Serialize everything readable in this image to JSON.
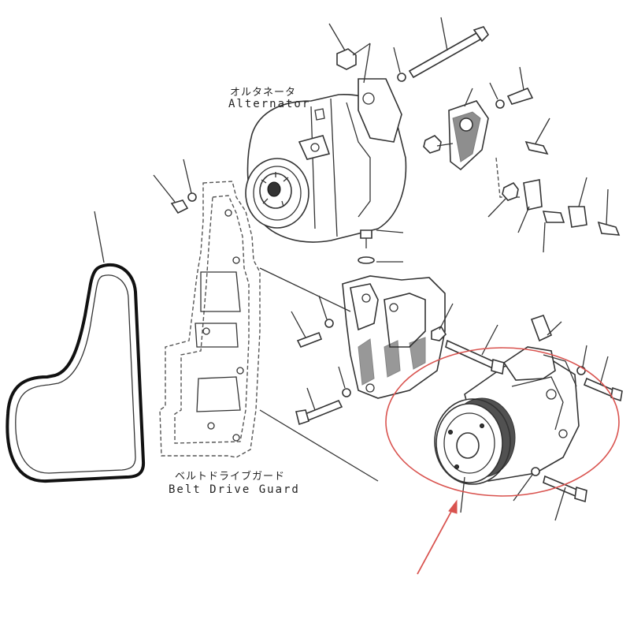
{
  "labels": {
    "alternator_jp": "オルタネータ",
    "alternator_en": "Alternator",
    "belt_guard_jp": "ベルトドライブガード",
    "belt_guard_en": "Belt Drive Guard"
  },
  "colors": {
    "line": "#333333",
    "highlight": "#d9534f",
    "background": "#ffffff"
  },
  "icons": {
    "bolt": "bolt-icon",
    "nut": "nut-icon",
    "washer": "washer-icon"
  }
}
